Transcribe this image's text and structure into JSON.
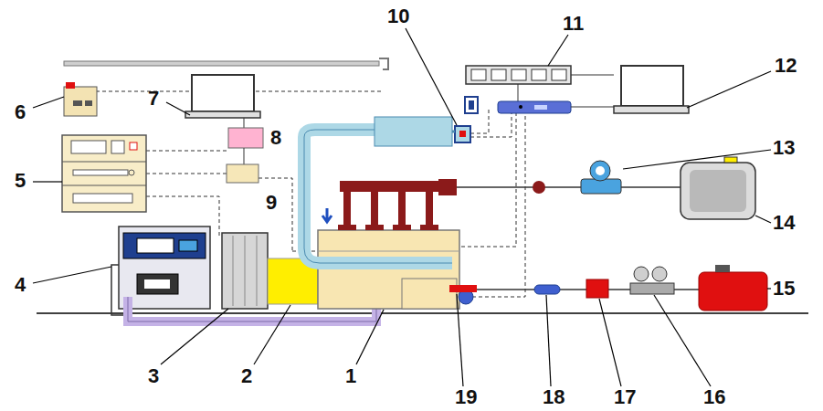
{
  "diagram": {
    "labels": [
      "6",
      "10",
      "11",
      "12",
      "7",
      "8",
      "13",
      "5",
      "9",
      "14",
      "4",
      "15",
      "3",
      "2",
      "1",
      "19",
      "18",
      "17",
      "16"
    ]
  }
}
